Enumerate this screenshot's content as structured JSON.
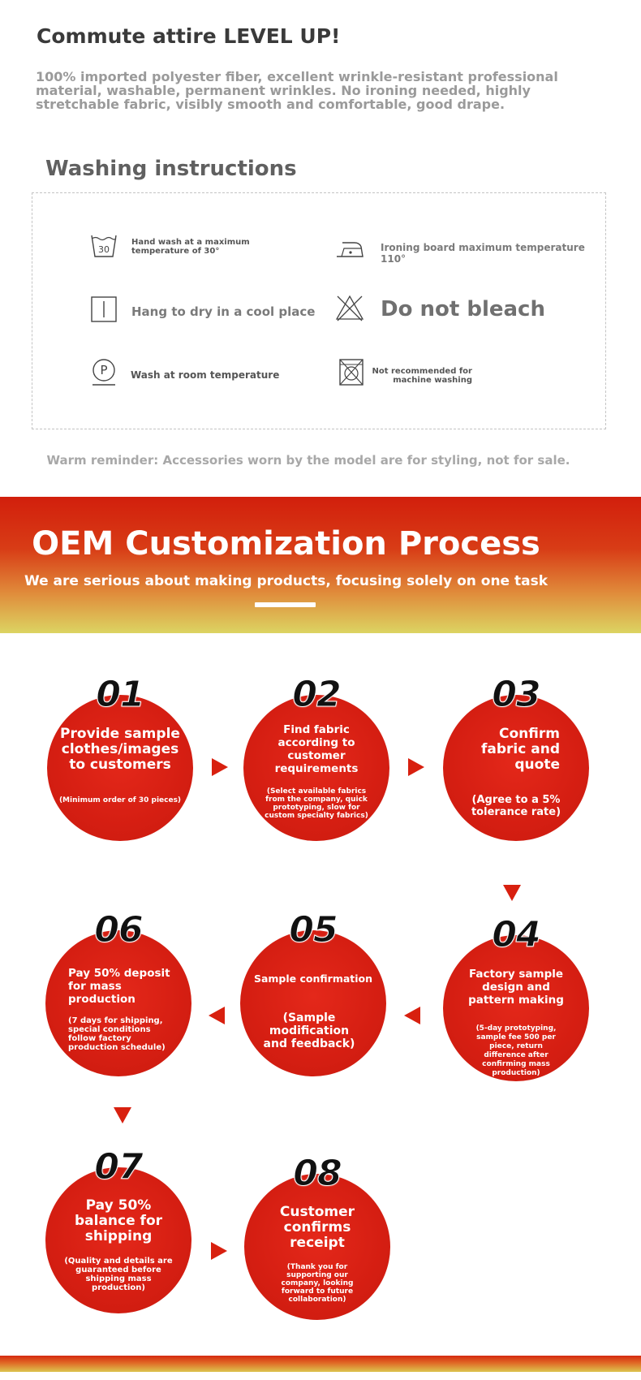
{
  "intro": {
    "title": "Commute attire LEVEL UP!",
    "text": "100% imported polyester fiber, excellent wrinkle-resistant professional material, washable, permanent wrinkles. No ironing needed, highly stretchable fabric, visibly smooth and comfortable, good drape."
  },
  "washing": {
    "title": "Washing instructions",
    "items": [
      {
        "icon": "hand-wash-30-icon",
        "icon_text": "30",
        "label": "Hand wash at a maximum temperature of 30°"
      },
      {
        "icon": "iron-icon",
        "label": "Ironing board maximum temperature 110°"
      },
      {
        "icon": "hang-dry-icon",
        "label": "Hang to dry in a cool place"
      },
      {
        "icon": "no-bleach-icon",
        "label": "Do not bleach"
      },
      {
        "icon": "dry-clean-p-icon",
        "icon_text": "P",
        "label": "Wash at room temperature"
      },
      {
        "icon": "no-machine-wash-icon",
        "label": "Not recommended for machine washing"
      }
    ],
    "reminder": "Warm reminder: Accessories worn by the model are for styling, not for sale."
  },
  "banner": {
    "title": "OEM Customization Process",
    "subtitle": "We are serious about making products, focusing solely on one task"
  },
  "steps": [
    {
      "number": "01",
      "title": "Provide sample clothes/images to customers",
      "note": "(Minimum order of 30 pieces)"
    },
    {
      "number": "02",
      "title": "Find fabric according to customer requirements",
      "note": "(Select available fabrics from the company, quick prototyping, slow for custom specialty fabrics)"
    },
    {
      "number": "03",
      "title": "Confirm fabric and quote",
      "note": "(Agree to a 5% tolerance rate)"
    },
    {
      "number": "04",
      "title": "Factory sample design and pattern making",
      "note": "(5-day prototyping, sample fee 500 per piece, return difference after confirming mass production)"
    },
    {
      "number": "05",
      "title": "Sample confirmation",
      "note": "(Sample modification and feedback)"
    },
    {
      "number": "06",
      "title": "Pay 50% deposit for mass production",
      "note": "(7 days for shipping, special conditions follow factory production schedule)"
    },
    {
      "number": "07",
      "title": "Pay 50% balance for shipping",
      "note": "(Quality and details are guaranteed before shipping mass production)"
    },
    {
      "number": "08",
      "title": "Customer confirms receipt",
      "note": "(Thank you for supporting our company, looking forward to future collaboration)"
    }
  ],
  "colors": {
    "accent_red": "#d51e12",
    "banner_yellow": "#dcd462"
  }
}
